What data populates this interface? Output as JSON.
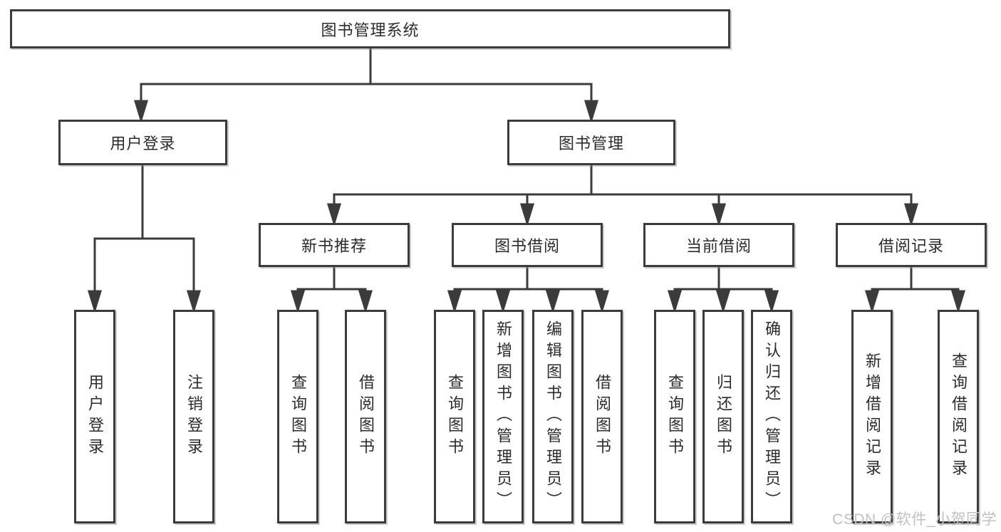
{
  "tree": {
    "label": "图书管理系统",
    "children": [
      {
        "label": "用户登录",
        "children": [
          {
            "label": "用户登录"
          },
          {
            "label": "注销登录"
          }
        ]
      },
      {
        "label": "图书管理",
        "children": [
          {
            "label": "新书推荐",
            "children": [
              {
                "label": "查询图书"
              },
              {
                "label": "借阅图书"
              }
            ]
          },
          {
            "label": "图书借阅",
            "children": [
              {
                "label": "查询图书"
              },
              {
                "label": "新增图书（管理员）"
              },
              {
                "label": "编辑图书（管理员）"
              },
              {
                "label": "借阅图书"
              }
            ]
          },
          {
            "label": "当前借阅",
            "children": [
              {
                "label": "查询图书"
              },
              {
                "label": "归还图书"
              },
              {
                "label": "确认归还（管理员）"
              }
            ]
          },
          {
            "label": "借阅记录",
            "children": [
              {
                "label": "新增借阅记录"
              },
              {
                "label": "查询借阅记录"
              }
            ]
          }
        ]
      }
    ]
  },
  "watermark": "CSDN @软件_小贺同学",
  "colors": {
    "line": "#3b3b3b",
    "box_border": "#3b3b3b",
    "box_fill": "#ffffff",
    "text": "#2b2b2b",
    "watermark": "#c0c0c0",
    "background": "#ffffff"
  }
}
